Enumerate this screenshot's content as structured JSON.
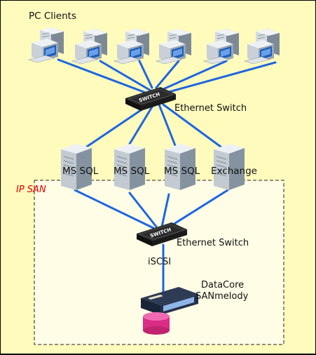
{
  "labels": {
    "pc_clients": "PC Clients",
    "ethernet_switch_top": "Ethernet Switch",
    "server_1": "MS SQL",
    "server_2": "MS SQL",
    "server_3": "MS SQL",
    "server_4": "Exchange",
    "ip_san": "IP SAN",
    "ethernet_switch_bottom": "Ethernet Switch",
    "iscsi": "iSCSI",
    "datacore_line1": "DataCore",
    "datacore_line2": "SANmelody",
    "switch_text": "SWITCH"
  },
  "colors": {
    "background": "#fffbbd",
    "san_region": "#fffde6",
    "link": "#1e66e0",
    "ip_san_text": "#e00000",
    "storage_disk": "#e0338f"
  },
  "icons": {
    "pc": "desktop-pc-icon",
    "server": "tower-server-icon",
    "switch": "network-switch-icon",
    "storage": "san-appliance-icon",
    "disk": "storage-cylinder-icon"
  }
}
